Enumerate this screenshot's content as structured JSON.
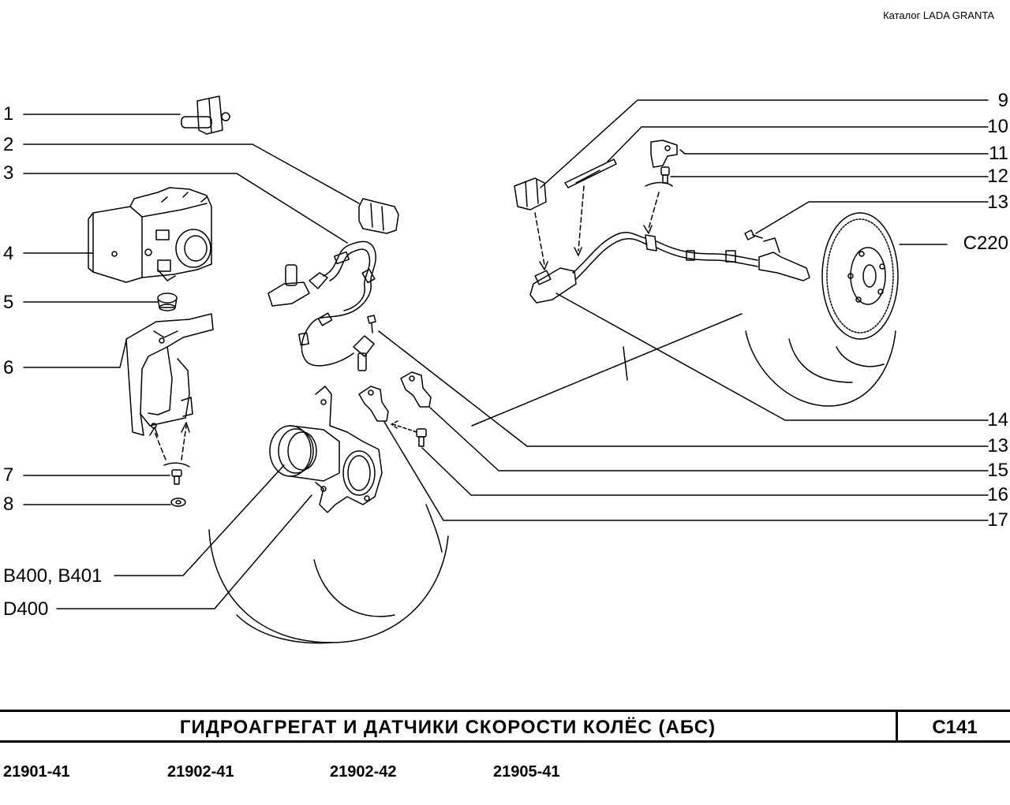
{
  "header": {
    "catalog": "Каталог  LADA  GRANTA"
  },
  "callouts": {
    "n1": "1",
    "n2": "2",
    "n3": "3",
    "n4": "4",
    "n5": "5",
    "n6": "6",
    "n7": "7",
    "n8": "8",
    "n9": "9",
    "n10": "10",
    "n11": "11",
    "n12": "12",
    "n13a": "13",
    "c220": "C220",
    "n14": "14",
    "n13b": "13",
    "n15": "15",
    "n16": "16",
    "n17": "17",
    "b400": "B400, B401",
    "d400": "D400"
  },
  "footer": {
    "title": "ГИДРОАГРЕГАТ  И  ДАТЧИКИ  СКОРОСТИ  КОЛЁС  (АБС)",
    "page_code": "C141",
    "models": [
      "21901-41",
      "21902-41",
      "21902-42",
      "21905-41"
    ]
  }
}
